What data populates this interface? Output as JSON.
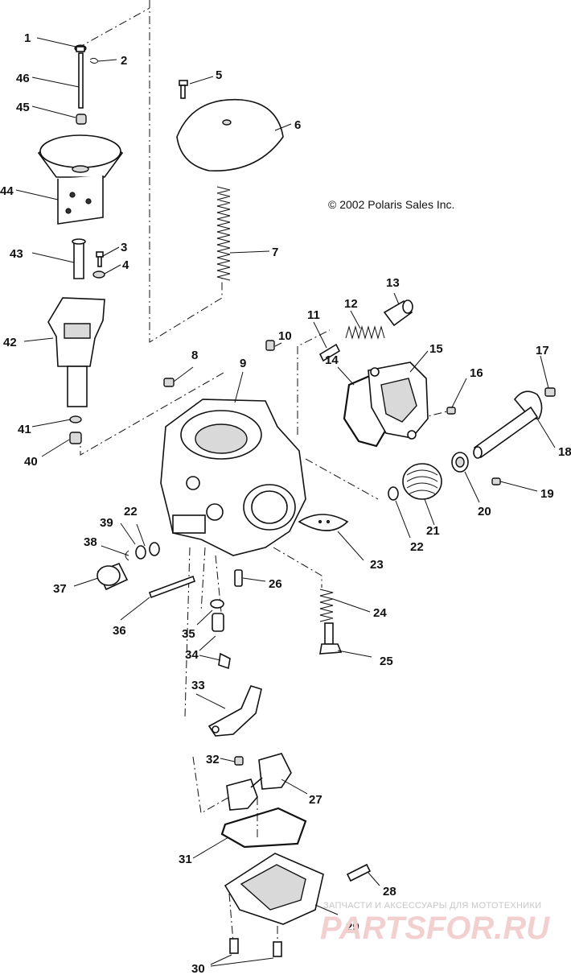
{
  "diagram": {
    "copyright": "© 2002 Polaris Sales Inc.",
    "watermark": {
      "tagline": "ЗАПЧАСТИ И АКСЕССУАРЫ ДЛЯ МОТОТЕХНИКИ",
      "logo_text": "PARTSFOR.RU"
    },
    "callouts": [
      {
        "id": "1",
        "label": "1"
      },
      {
        "id": "2",
        "label": "2"
      },
      {
        "id": "3",
        "label": "3"
      },
      {
        "id": "4",
        "label": "4"
      },
      {
        "id": "5",
        "label": "5"
      },
      {
        "id": "6",
        "label": "6"
      },
      {
        "id": "7",
        "label": "7"
      },
      {
        "id": "8",
        "label": "8"
      },
      {
        "id": "9",
        "label": "9"
      },
      {
        "id": "10",
        "label": "10"
      },
      {
        "id": "11",
        "label": "11"
      },
      {
        "id": "12",
        "label": "12"
      },
      {
        "id": "13",
        "label": "13"
      },
      {
        "id": "14",
        "label": "14"
      },
      {
        "id": "15",
        "label": "15"
      },
      {
        "id": "16",
        "label": "16"
      },
      {
        "id": "17",
        "label": "17"
      },
      {
        "id": "18",
        "label": "18"
      },
      {
        "id": "19",
        "label": "19"
      },
      {
        "id": "20",
        "label": "20"
      },
      {
        "id": "21",
        "label": "21"
      },
      {
        "id": "22a",
        "label": "22"
      },
      {
        "id": "22b",
        "label": "22"
      },
      {
        "id": "23",
        "label": "23"
      },
      {
        "id": "24",
        "label": "24"
      },
      {
        "id": "25",
        "label": "25"
      },
      {
        "id": "26",
        "label": "26"
      },
      {
        "id": "27",
        "label": "27"
      },
      {
        "id": "28",
        "label": "28"
      },
      {
        "id": "29",
        "label": "29"
      },
      {
        "id": "30",
        "label": "30"
      },
      {
        "id": "31",
        "label": "31"
      },
      {
        "id": "32",
        "label": "32"
      },
      {
        "id": "33",
        "label": "33"
      },
      {
        "id": "34",
        "label": "34"
      },
      {
        "id": "35",
        "label": "35"
      },
      {
        "id": "36",
        "label": "36"
      },
      {
        "id": "37",
        "label": "37"
      },
      {
        "id": "38",
        "label": "38"
      },
      {
        "id": "39",
        "label": "39"
      },
      {
        "id": "40",
        "label": "40"
      },
      {
        "id": "41",
        "label": "41"
      },
      {
        "id": "42",
        "label": "42"
      },
      {
        "id": "43",
        "label": "43"
      },
      {
        "id": "44",
        "label": "44"
      },
      {
        "id": "45",
        "label": "45"
      },
      {
        "id": "46",
        "label": "46"
      }
    ]
  }
}
